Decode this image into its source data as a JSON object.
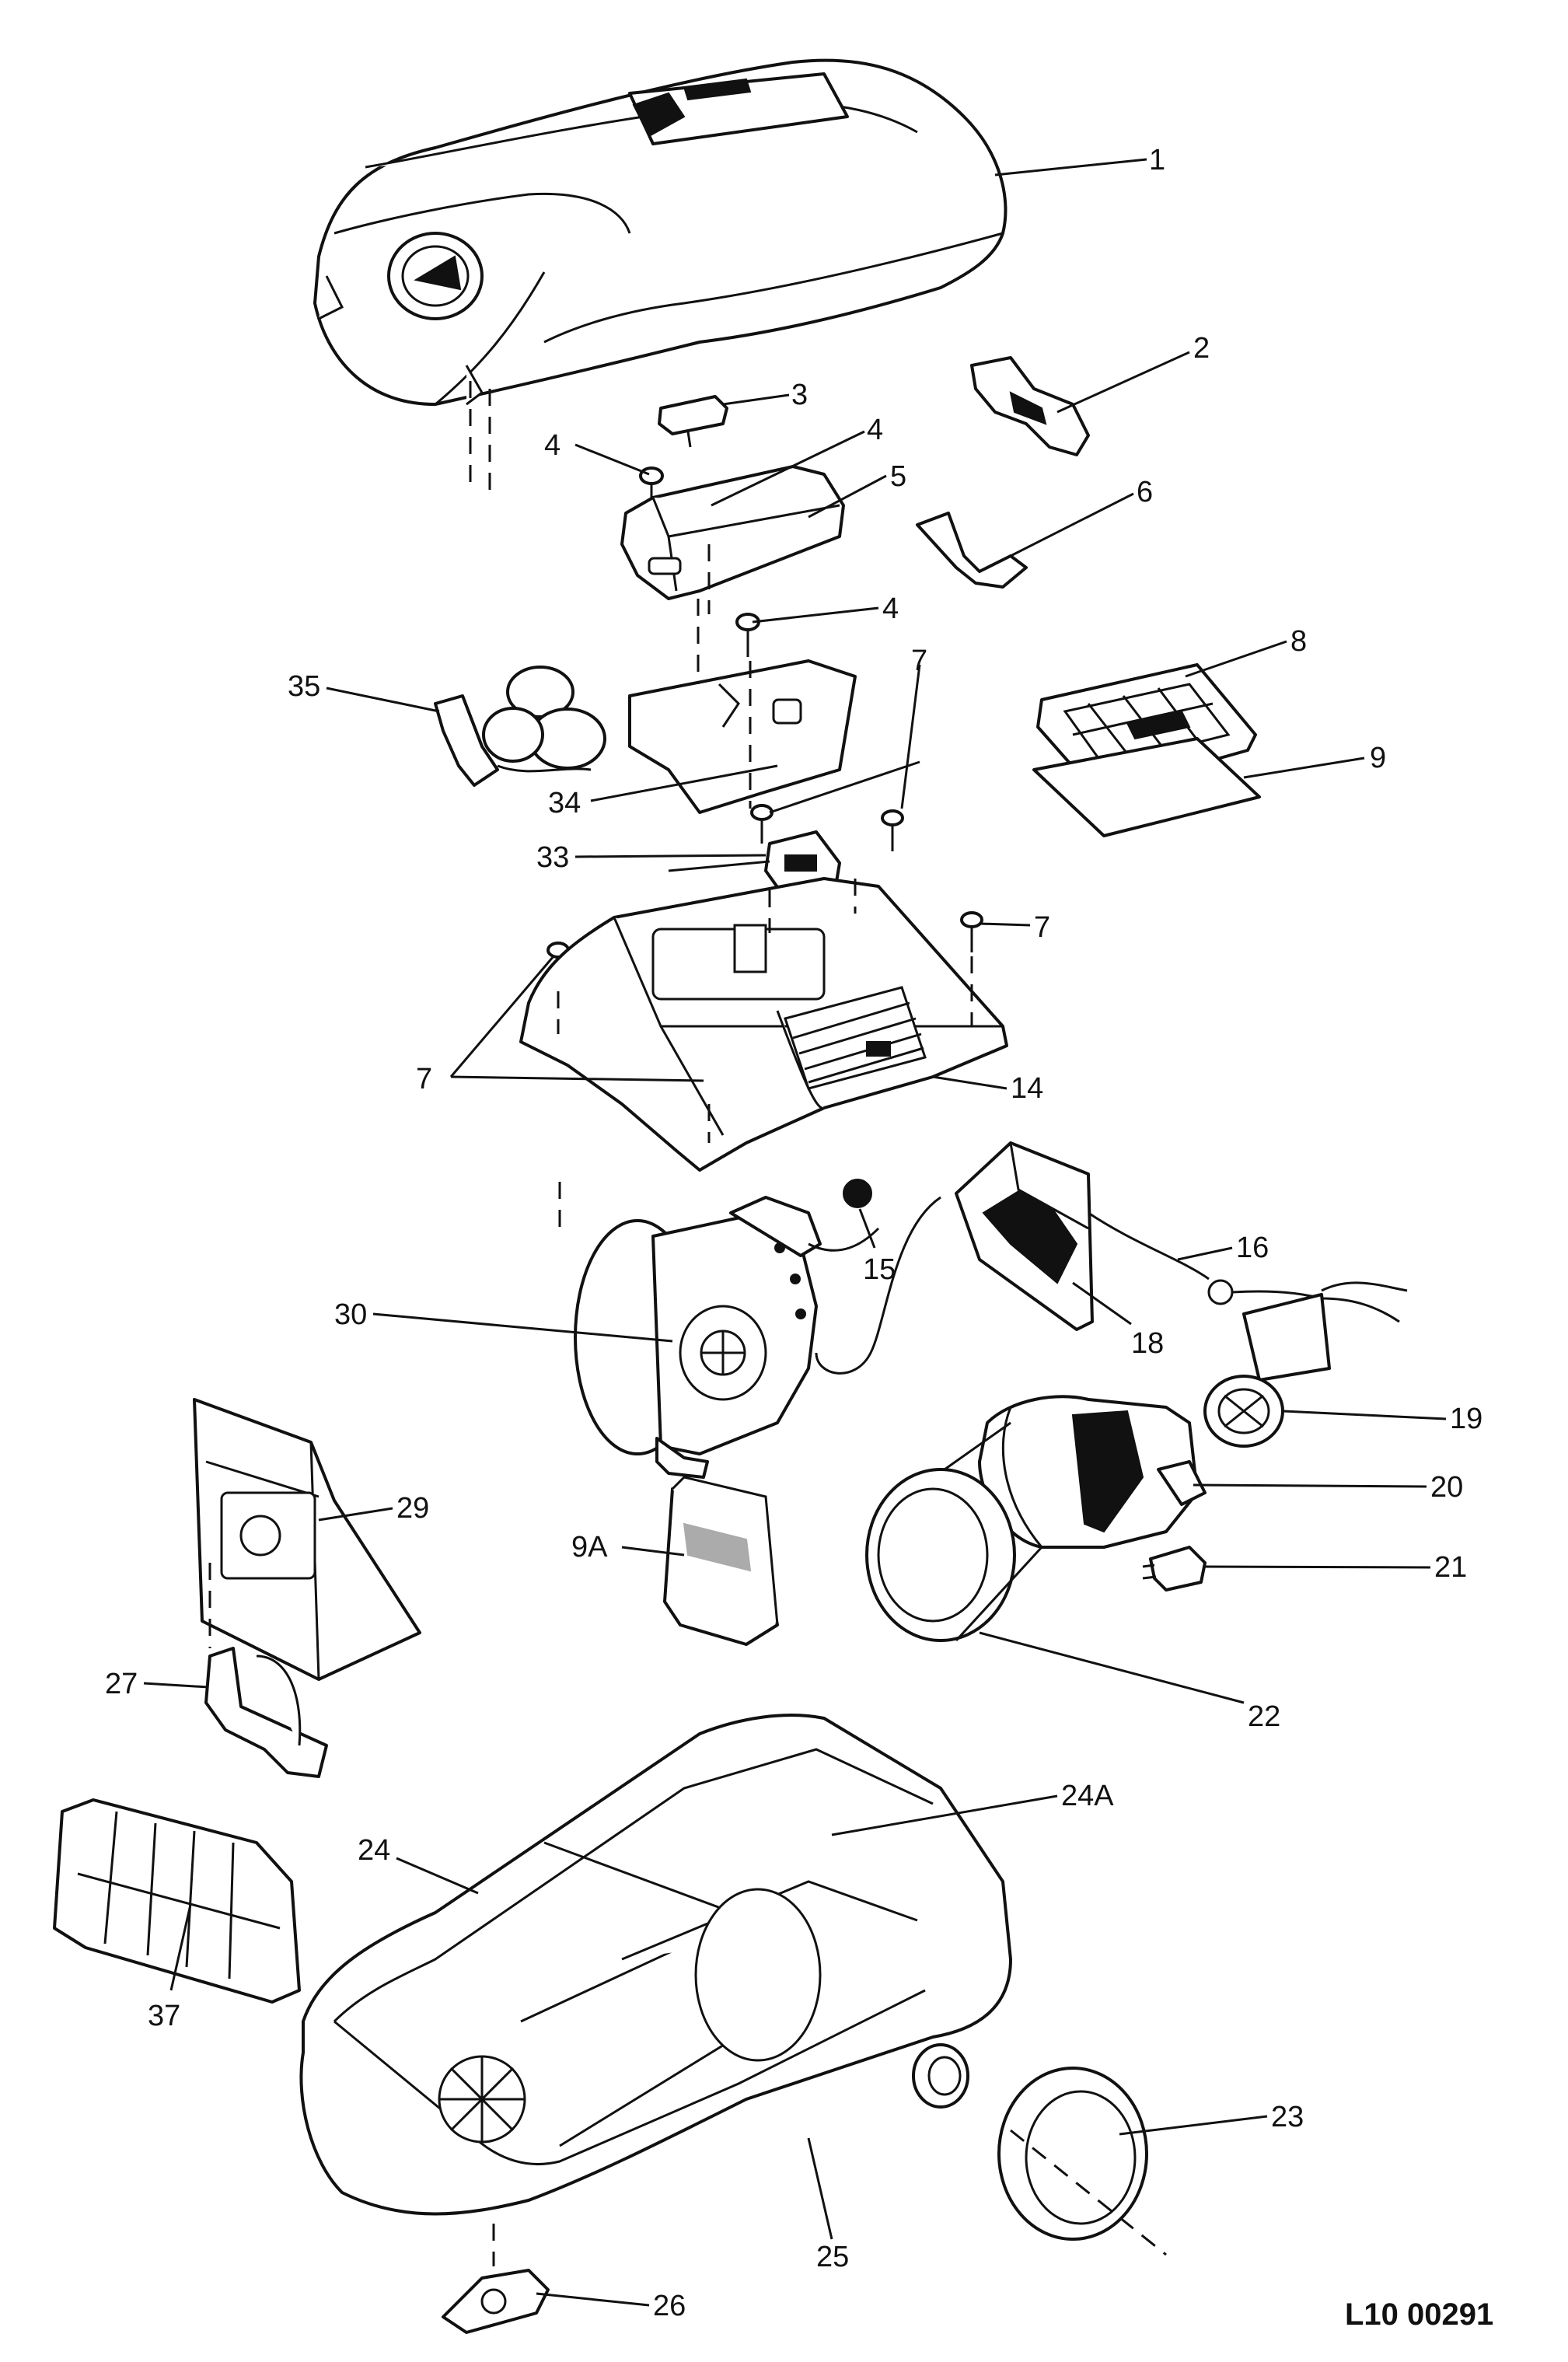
{
  "drawing_code": "L10 00291",
  "callouts": [
    {
      "id": "c1",
      "label": "1"
    },
    {
      "id": "c2",
      "label": "2"
    },
    {
      "id": "c3",
      "label": "3"
    },
    {
      "id": "c4a",
      "label": "4"
    },
    {
      "id": "c4b",
      "label": "4"
    },
    {
      "id": "c4c",
      "label": "4"
    },
    {
      "id": "c5",
      "label": "5"
    },
    {
      "id": "c6",
      "label": "6"
    },
    {
      "id": "c7a",
      "label": "7"
    },
    {
      "id": "c7b",
      "label": "7"
    },
    {
      "id": "c7c",
      "label": "7"
    },
    {
      "id": "c8",
      "label": "8"
    },
    {
      "id": "c9",
      "label": "9"
    },
    {
      "id": "c9a",
      "label": "9A"
    },
    {
      "id": "c14",
      "label": "14"
    },
    {
      "id": "c15",
      "label": "15"
    },
    {
      "id": "c16",
      "label": "16"
    },
    {
      "id": "c18",
      "label": "18"
    },
    {
      "id": "c19",
      "label": "19"
    },
    {
      "id": "c20",
      "label": "20"
    },
    {
      "id": "c21",
      "label": "21"
    },
    {
      "id": "c22",
      "label": "22"
    },
    {
      "id": "c23",
      "label": "23"
    },
    {
      "id": "c24",
      "label": "24"
    },
    {
      "id": "c24a",
      "label": "24A"
    },
    {
      "id": "c25",
      "label": "25"
    },
    {
      "id": "c26",
      "label": "26"
    },
    {
      "id": "c27",
      "label": "27"
    },
    {
      "id": "c29",
      "label": "29"
    },
    {
      "id": "c30",
      "label": "30"
    },
    {
      "id": "c33",
      "label": "33"
    },
    {
      "id": "c34",
      "label": "34"
    },
    {
      "id": "c35",
      "label": "35"
    },
    {
      "id": "c37",
      "label": "37"
    }
  ]
}
